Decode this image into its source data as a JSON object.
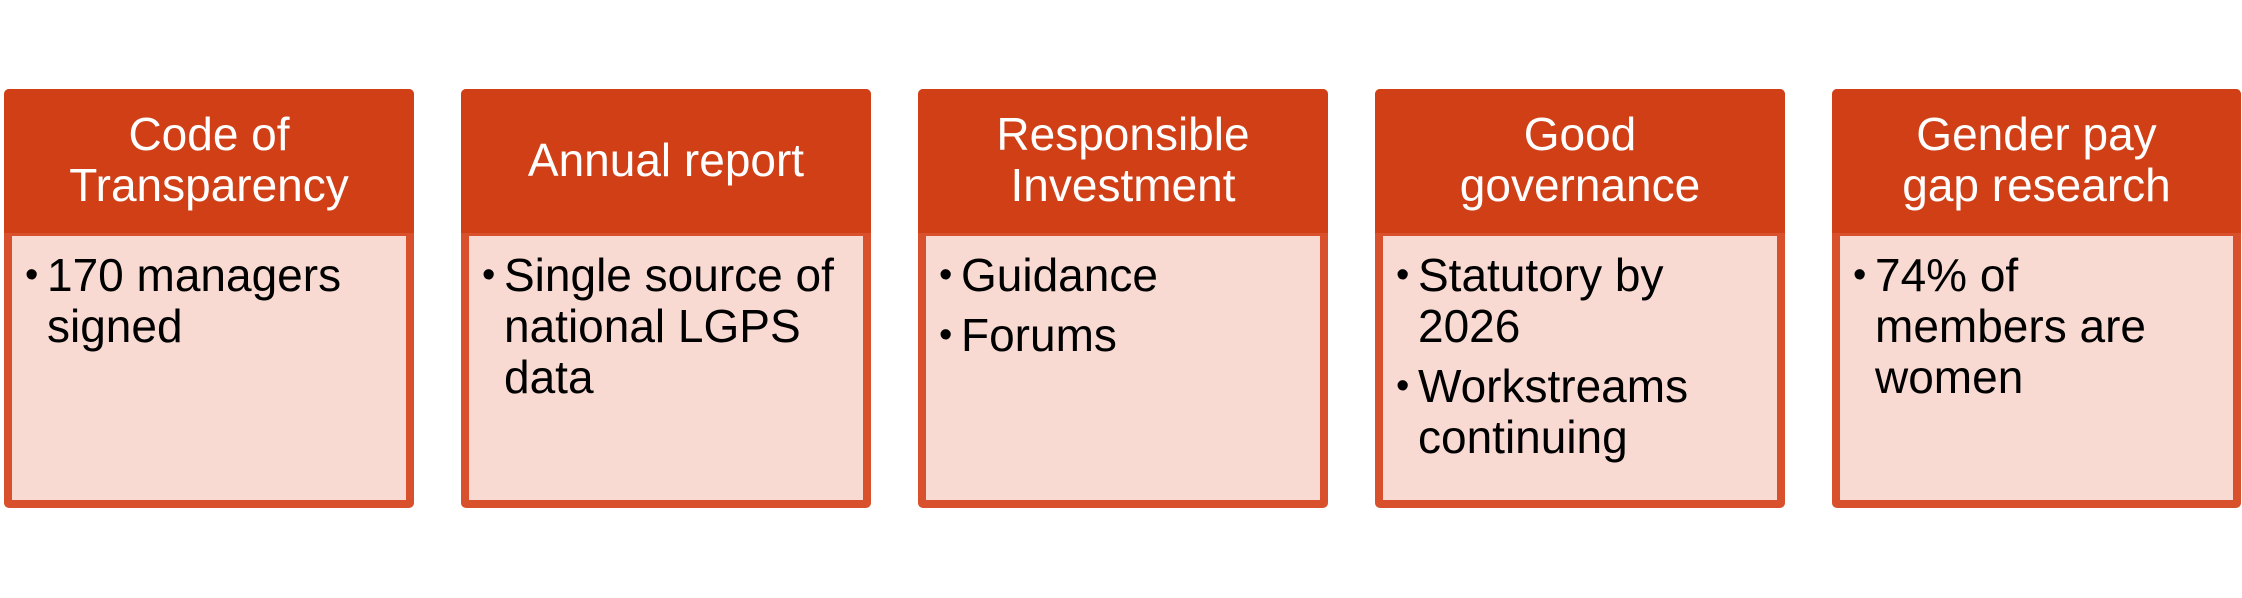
{
  "colors": {
    "header": "#D03F16",
    "border": "#D9502C",
    "body_fill": "#F8DAD2",
    "header_text": "#FFFFFF",
    "body_text": "#000000"
  },
  "bullet_glyph": "•",
  "cards": [
    {
      "title": "Code of Transparency",
      "bullets": [
        "170 managers signed"
      ]
    },
    {
      "title": "Annual report",
      "bullets": [
        "Single source of national LGPS data"
      ]
    },
    {
      "title": "Responsible Investment",
      "bullets": [
        "Guidance",
        "Forums"
      ]
    },
    {
      "title": "Good governance",
      "bullets": [
        "Statutory by 2026",
        "Workstreams continuing"
      ]
    },
    {
      "title": "Gender pay gap research",
      "bullets": [
        "74% of members are women"
      ]
    }
  ]
}
